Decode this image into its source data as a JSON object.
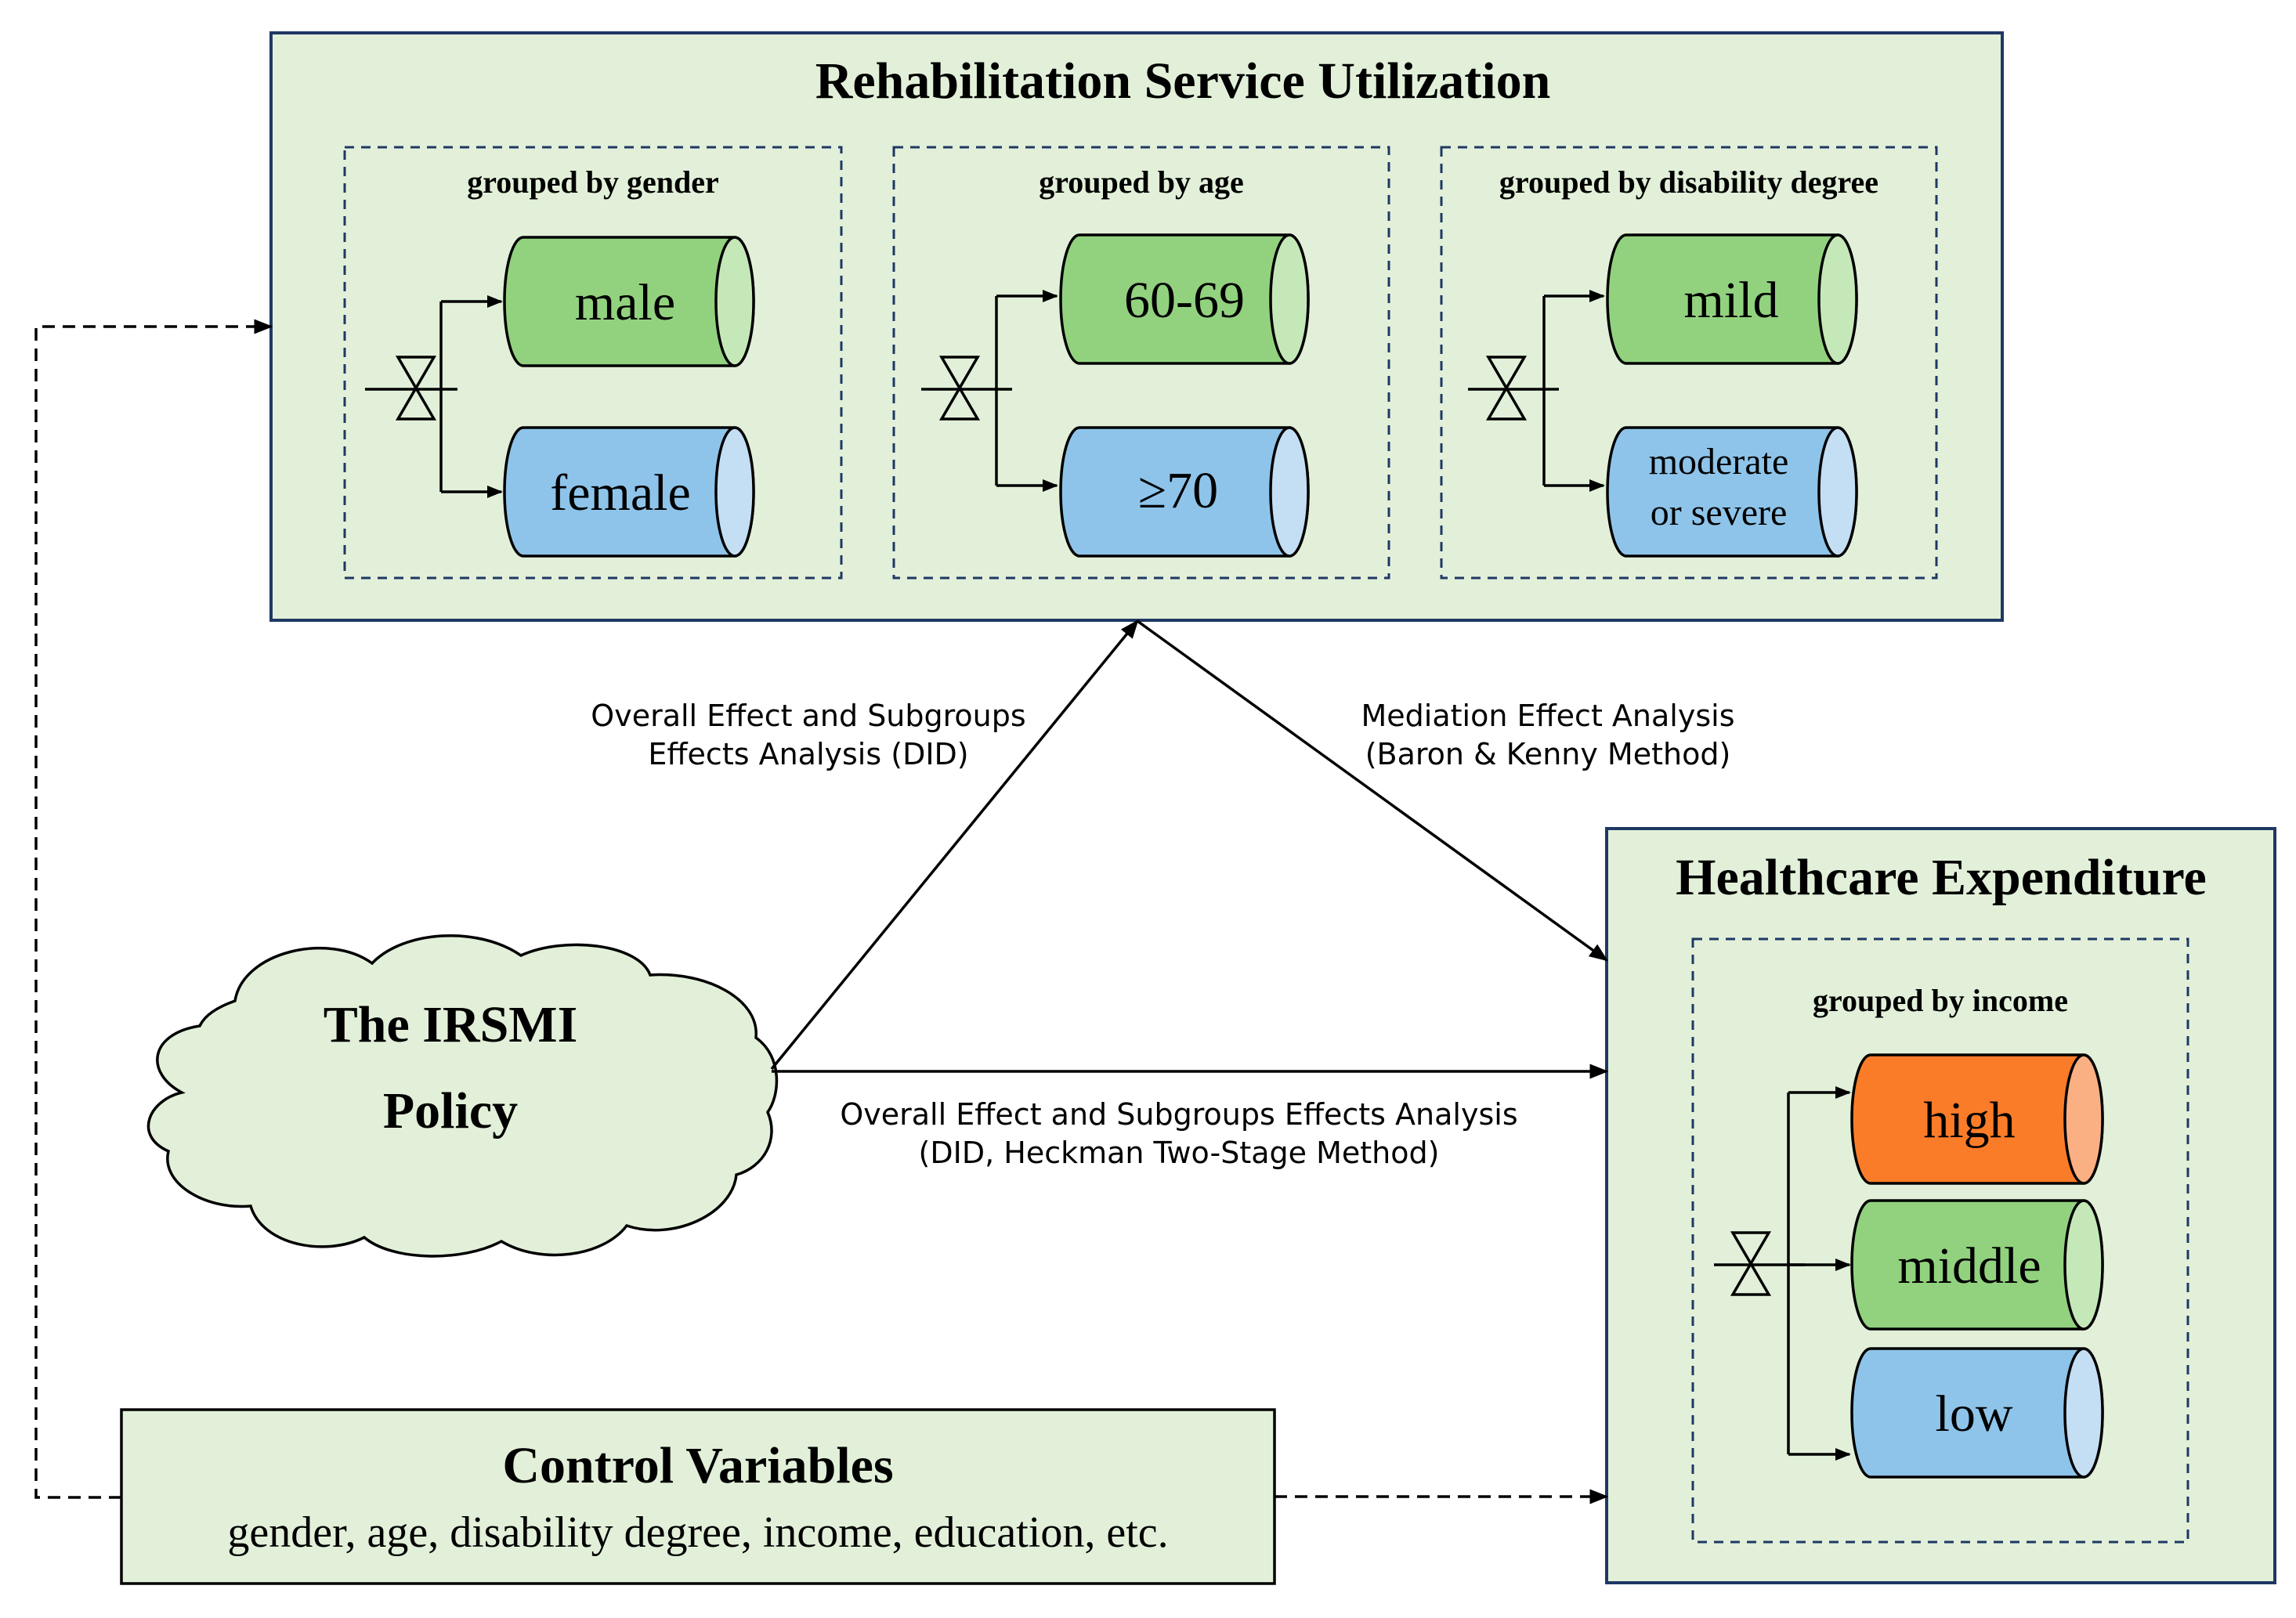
{
  "rehab_box": {
    "title": "Rehabilitation Service Utilization",
    "groups": [
      {
        "title": "grouped by gender",
        "items": [
          "male",
          "female"
        ]
      },
      {
        "title": "grouped by age",
        "items": [
          "60-69",
          "≥70"
        ]
      },
      {
        "title": "grouped by disability degree",
        "items": [
          "mild",
          "moderate",
          "or severe"
        ]
      }
    ]
  },
  "health_box": {
    "title": "Healthcare Expenditure",
    "group": {
      "title": "grouped by income",
      "items": [
        "high",
        "middle",
        "low"
      ]
    }
  },
  "policy": {
    "line1": "The IRSMI",
    "line2": "Policy"
  },
  "control": {
    "title": "Control Variables",
    "subtitle": "gender, age, disability degree, income, education, etc."
  },
  "arrows": {
    "policy_to_rehab": [
      "Overall Effect and Subgroups",
      "Effects Analysis (DID)"
    ],
    "rehab_to_health": [
      "Mediation Effect Analysis",
      "(Baron & Kenny Method)"
    ],
    "policy_to_health": [
      "Overall Effect and Subgroups Effects Analysis",
      "(DID, Heckman Two-Stage Method)"
    ]
  },
  "colors": {
    "panel_fill": "#e2f0d9",
    "panel_stroke": "#1f3864",
    "green_fill": "#92d27f",
    "green_cap": "#c5e8b8",
    "blue_fill": "#8ec4ea",
    "blue_cap": "#c4def4",
    "orange_fill": "#fb7c28",
    "orange_cap": "#fbb083"
  }
}
